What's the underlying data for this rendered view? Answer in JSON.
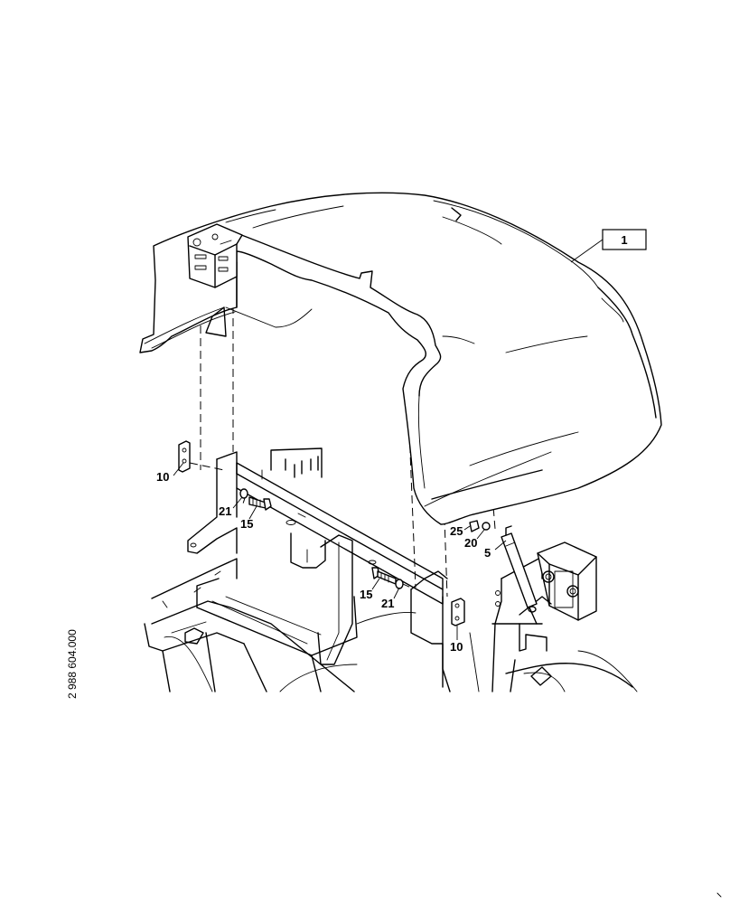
{
  "diagram": {
    "document_number": "2 988 604.000",
    "callouts": {
      "hood": "1",
      "hinge_left": "10",
      "hinge_right": "10",
      "washer_left": "21",
      "bolt_left": "15",
      "bolt_right": "15",
      "washer_right": "21",
      "nut_25": "25",
      "washer_20": "20",
      "gas_strut": "5"
    }
  }
}
